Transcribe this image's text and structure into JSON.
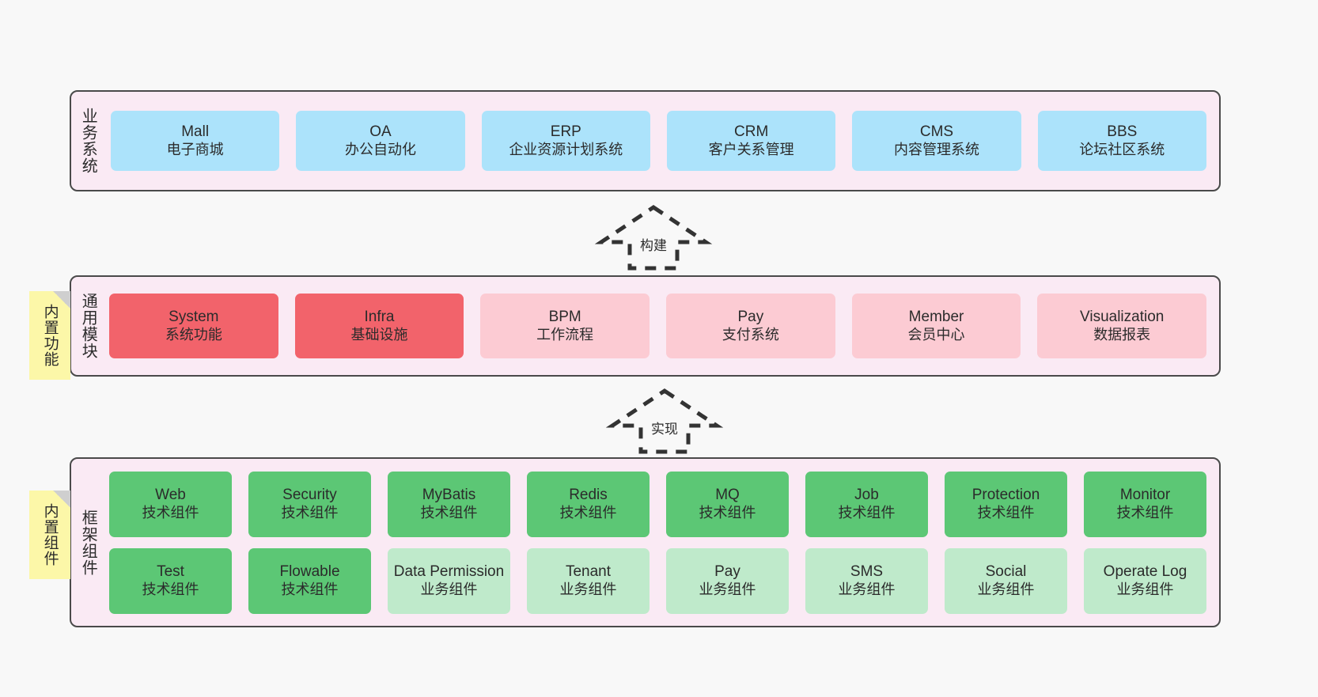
{
  "layers": [
    {
      "id": "business",
      "title": "业务系统",
      "items": [
        {
          "en": "Mall",
          "cn": "电子商城"
        },
        {
          "en": "OA",
          "cn": "办公自动化"
        },
        {
          "en": "ERP",
          "cn": "企业资源计划系统"
        },
        {
          "en": "CRM",
          "cn": "客户关系管理"
        },
        {
          "en": "CMS",
          "cn": "内容管理系统"
        },
        {
          "en": "BBS",
          "cn": "论坛社区系统"
        }
      ]
    },
    {
      "id": "modules",
      "title": "通用模块",
      "items": [
        {
          "en": "System",
          "cn": "系统功能"
        },
        {
          "en": "Infra",
          "cn": "基础设施"
        },
        {
          "en": "BPM",
          "cn": "工作流程"
        },
        {
          "en": "Pay",
          "cn": "支付系统"
        },
        {
          "en": "Member",
          "cn": "会员中心"
        },
        {
          "en": "Visualization",
          "cn": "数据报表"
        }
      ]
    },
    {
      "id": "framework",
      "title": "框架组件",
      "row1": [
        {
          "en": "Web",
          "cn": "技术组件"
        },
        {
          "en": "Security",
          "cn": "技术组件"
        },
        {
          "en": "MyBatis",
          "cn": "技术组件"
        },
        {
          "en": "Redis",
          "cn": "技术组件"
        },
        {
          "en": "MQ",
          "cn": "技术组件"
        },
        {
          "en": "Job",
          "cn": "技术组件"
        },
        {
          "en": "Protection",
          "cn": "技术组件"
        },
        {
          "en": "Monitor",
          "cn": "技术组件"
        }
      ],
      "row2": [
        {
          "en": "Test",
          "cn": "技术组件"
        },
        {
          "en": "Flowable",
          "cn": "技术组件"
        },
        {
          "en": "Data Permission",
          "cn": "业务组件"
        },
        {
          "en": "Tenant",
          "cn": "业务组件"
        },
        {
          "en": "Pay",
          "cn": "业务组件"
        },
        {
          "en": "SMS",
          "cn": "业务组件"
        },
        {
          "en": "Social",
          "cn": "业务组件"
        },
        {
          "en": "Operate Log",
          "cn": "业务组件"
        }
      ]
    }
  ],
  "notes": [
    {
      "id": "functions",
      "label": "内置功能"
    },
    {
      "id": "components",
      "label": "内置组件"
    }
  ],
  "arrows": [
    {
      "id": "build",
      "label": "构建"
    },
    {
      "id": "impl",
      "label": "实现"
    }
  ],
  "colors": {
    "panel_bg": "#faeaf4",
    "panel_border": "#4a4a4a",
    "business_cell": "#ace3fb",
    "module_active": "#f2636b",
    "module_inactive": "#fccbd3",
    "tech_component": "#5cc775",
    "business_component": "#bfeacb",
    "note_bg": "#fcf7a8",
    "canvas_bg": "#f8f8f8"
  }
}
